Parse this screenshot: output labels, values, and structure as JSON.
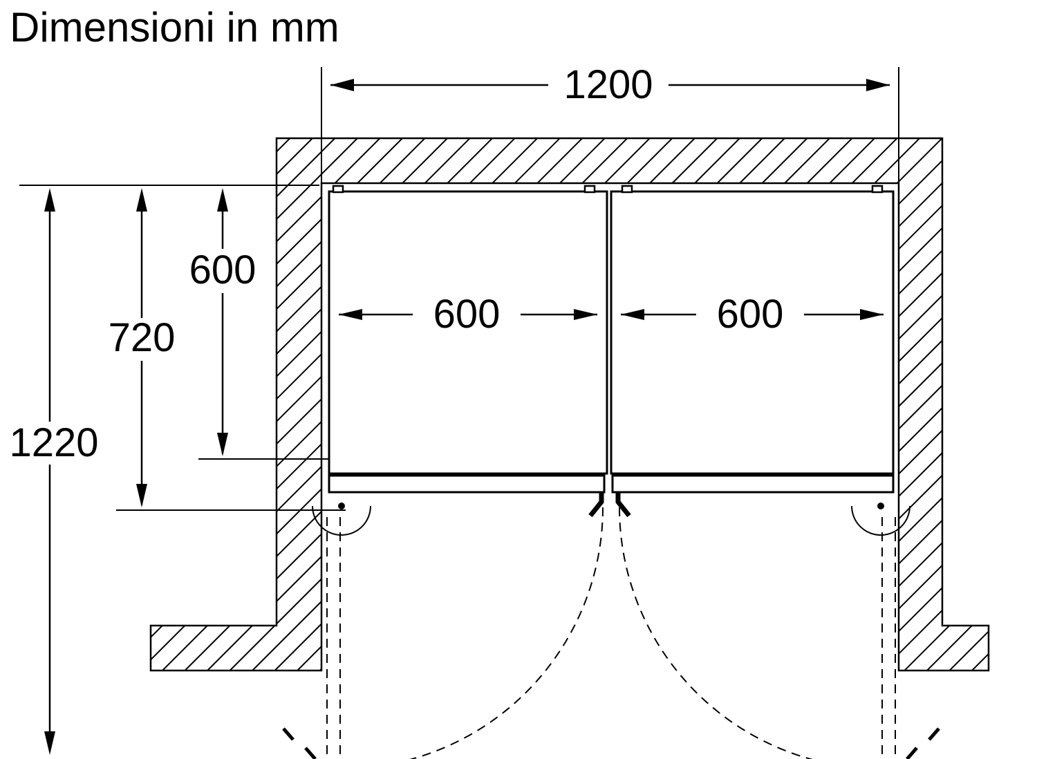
{
  "title": "Dimensioni in mm",
  "dimensions": {
    "niche_width": "1200",
    "appliance_left_width": "600",
    "appliance_right_width": "600",
    "depth_without_door": "600",
    "depth_with_door": "720",
    "depth_door_open": "1220"
  },
  "colors": {
    "line": "#000000",
    "background": "#ffffff"
  }
}
